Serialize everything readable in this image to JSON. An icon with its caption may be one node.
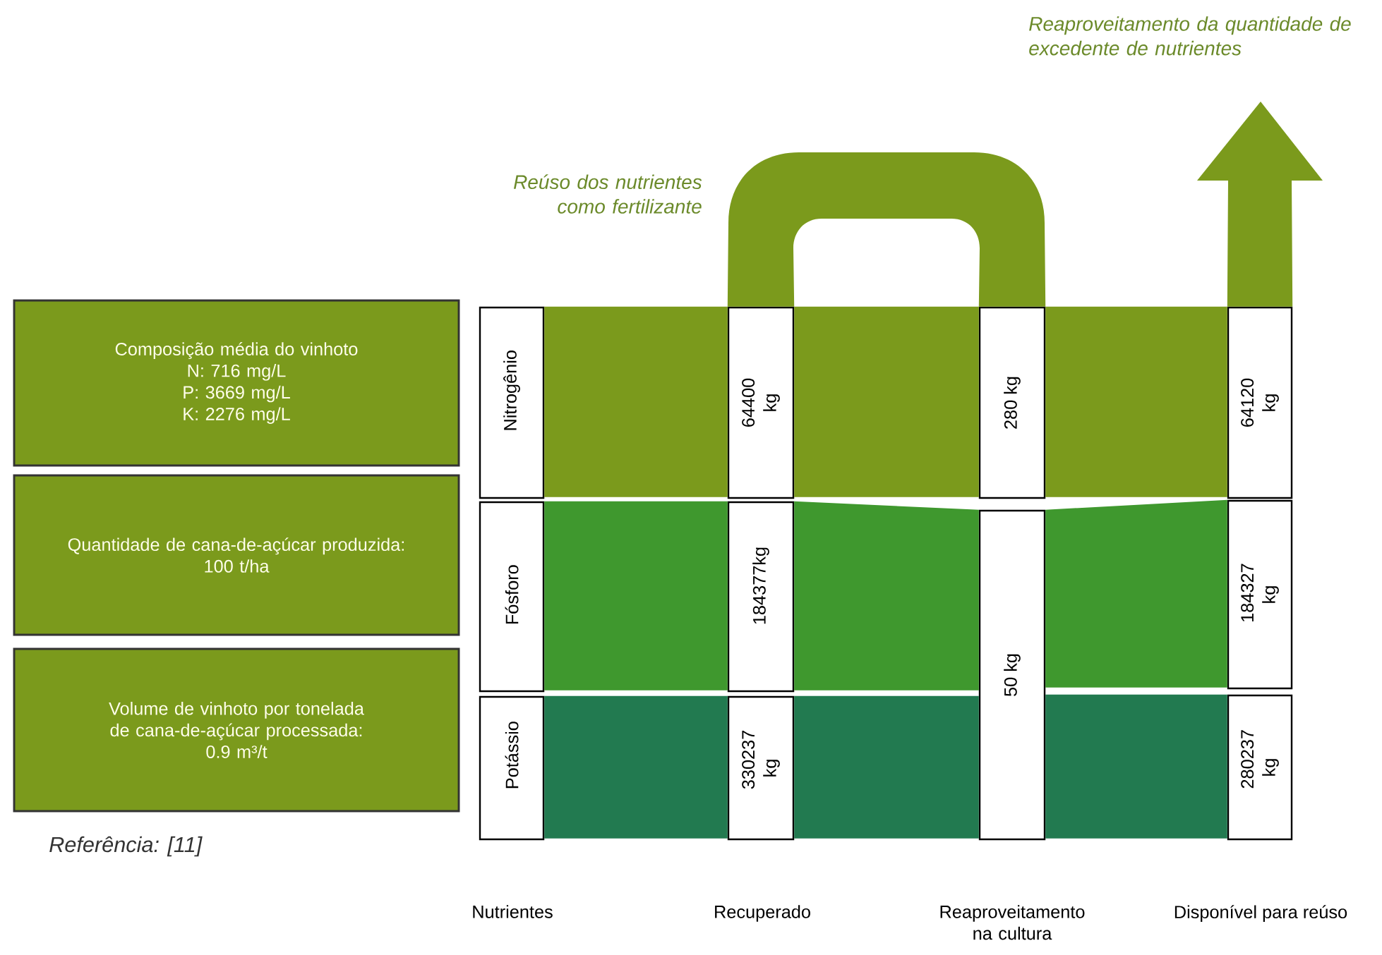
{
  "diagram": {
    "nodes": [
      {
        "text": [
          "Composição média do vinhoto",
          "N: 716 mg/L",
          "P: 3669 mg/L",
          "K: 2276 mg/L"
        ]
      },
      {
        "text": [
          "Quantidade de cana-de-açúcar produzida:",
          "100 t/ha"
        ]
      },
      {
        "text": [
          "Volume de vinhoto por tonelada de cana-de-açúcar processada:",
          "0.9 m³/t"
        ]
      },
      {
        "text": [
          "Nitrogênio"
        ]
      },
      {
        "text": [
          "Fósforo"
        ]
      },
      {
        "text": [
          "Potássio"
        ]
      },
      {
        "text": [
          "64400 kg"
        ]
      },
      {
        "text": [
          "184377kg"
        ]
      },
      {
        "text": [
          "330237 kg"
        ]
      },
      {
        "text": [
          "280 kg"
        ]
      },
      {
        "text": [
          "50 kg"
        ]
      },
      {
        "text": [
          "64120 kg"
        ]
      },
      {
        "text": [
          "184327 kg"
        ]
      },
      {
        "text": [
          "280237 kg"
        ]
      }
    ],
    "edges": [
      {
        "from": 3,
        "to": 6,
        "arrow": "none"
      },
      {
        "from": 4,
        "to": 7,
        "arrow": "none",
        "color": "#3f982e"
      },
      {
        "from": 5,
        "to": 8,
        "arrow": "none",
        "color": "#227a50"
      },
      {
        "from": 6,
        "to": 9,
        "arrow": "none"
      },
      {
        "from": 7,
        "to": 10,
        "arrow": "none",
        "color": "#3f982e"
      },
      {
        "from": 8,
        "to": 10,
        "arrow": "none",
        "color": "#227a50"
      },
      {
        "from": 9,
        "to": 11,
        "arrow": "none"
      },
      {
        "from": 10,
        "to": 12,
        "arrow": "none",
        "color": "#3f982e"
      },
      {
        "from": 10,
        "to": 13,
        "arrow": "none",
        "color": "#227a50"
      },
      {
        "from": 6,
        "to": 9,
        "arrow": "none"
      },
      {
        "from": 11,
        "to": null,
        "arrow": "to"
      }
    ],
    "labels": [
      "Reaproveitamento da quantidade de excedente de nutrientes",
      "Reúso dos nutrientes como fertilizante",
      "Referência: [11]",
      "Nutrientes",
      "Recuperado",
      "Reaproveitamento na cultura",
      "Disponível para reúso"
    ]
  }
}
